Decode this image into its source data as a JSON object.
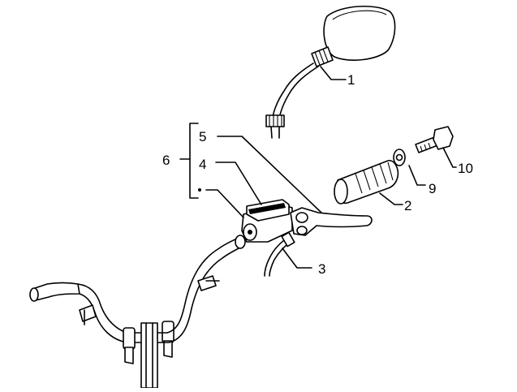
{
  "callouts": {
    "c1": "1",
    "c2": "2",
    "c3": "3",
    "c4": "4",
    "c5": "5",
    "c6": "6",
    "c9": "9",
    "c10": "10"
  }
}
